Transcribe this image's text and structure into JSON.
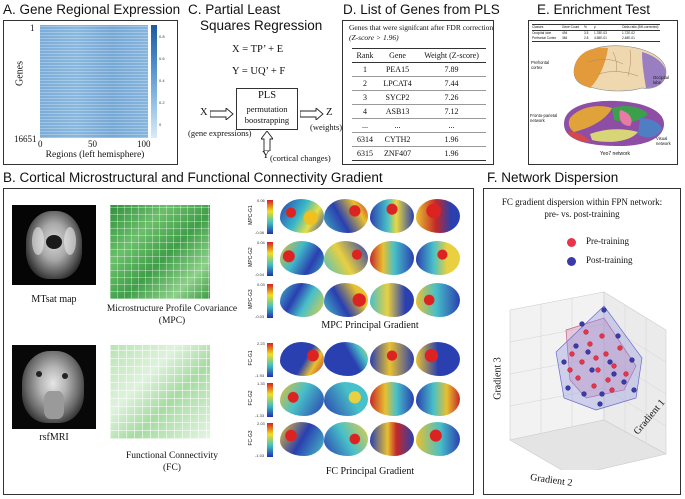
{
  "panelA": {
    "title": "A. Gene Regional Expression",
    "y_top": "1",
    "y_bottom": "16651",
    "ylabel": "Genes",
    "xticks": [
      "0",
      "50",
      "100"
    ],
    "xlabel": "Regions (left hemisphere)",
    "cbar_ticks": [
      "0.8",
      "0.6",
      "0.4",
      "0.2",
      "0"
    ],
    "colors": {
      "heat_low": "#6a9fd0",
      "heat_high": "#9ec8e6",
      "cbar_top": "#1f5a9c"
    }
  },
  "panelC": {
    "title_line1": "C. Partial Least",
    "title_line2": "Squares Regression",
    "eq1": "X = TP’ + E",
    "eq2": "Y = UQ’ + F",
    "box_line1": "PLS",
    "box_line2": "permutation",
    "box_line3": "boostrapping",
    "x_label": "X",
    "x_sub": "(gene expressions)",
    "z_label": "Z",
    "z_sub": "(weights)",
    "y_label": "Y",
    "y_sub": "(cortical changes)"
  },
  "panelD": {
    "title": "D. List of Genes from PLS",
    "caption_line1": "Genes that were signifcant after FDR correction",
    "caption_line2": "(Z-score > 1.96)",
    "headers": [
      "Rank",
      "Gene",
      "Weight (Z-score)"
    ],
    "rows": [
      [
        "1",
        "PEA15",
        "7.89"
      ],
      [
        "2",
        "LPCAT4",
        "7.44"
      ],
      [
        "3",
        "SYCP2",
        "7.26"
      ],
      [
        "4",
        "ASB13",
        "7.12"
      ],
      [
        "...",
        "...",
        "..."
      ],
      [
        "6314",
        "CYTH2",
        "1.96"
      ],
      [
        "6315",
        "ZNF407",
        "1.96"
      ]
    ]
  },
  "panelE": {
    "title": "E. Enrichment Test",
    "table_headers": [
      "Classes",
      "Gene Count",
      "%",
      "p",
      "Odds ratio (BH-corrected)"
    ],
    "table_rows": [
      [
        "Occipital lobe",
        "494",
        "3.5",
        "1.78E-03",
        "1.72E-02"
      ],
      [
        "Prefrontal Cortex",
        "384",
        "2.8",
        "4.58E-01",
        "2.48E-01"
      ]
    ],
    "label_prefrontal": "Prefrontal cortex",
    "label_occipital": "Occipital lobe",
    "label_fpn": "Fronto-parietal network",
    "label_visual": "Visual network",
    "label_yeo": "Yeo7 network"
  },
  "panelB": {
    "title": "B. Cortical Microstructural and Functional Connectivity Gradient",
    "mtsat_label": "MTsat map",
    "mpc_label_line1": "Microstructure Profile Covariance",
    "mpc_label_line2": "(MPC)",
    "mpc_gradient_label": "MPC Principal Gradient",
    "rsfmri_label": "rsfMRI",
    "fc_label_line1": "Functional Connectivity",
    "fc_label_line2": "(FC)",
    "fc_gradient_label": "FC Principal Gradient",
    "mpc_rows": [
      {
        "name": "MPC-G1",
        "top": "0.06",
        "bottom": "-0.06"
      },
      {
        "name": "MPC-G2",
        "top": "0.04",
        "bottom": "-0.04"
      },
      {
        "name": "MPC-G3",
        "top": "0.03",
        "bottom": "-0.03"
      }
    ],
    "fc_rows": [
      {
        "name": "FC-G1",
        "top": "2.23",
        "bottom": "-1.93"
      },
      {
        "name": "FC-G2",
        "top": "1.33",
        "bottom": "-1.33"
      },
      {
        "name": "FC-G3",
        "top": "2.03",
        "bottom": "-1.03"
      }
    ]
  },
  "panelF": {
    "title": "F. Network Dispersion",
    "subtitle_line1": "FC gradient dispersion within FPN network:",
    "subtitle_line2": "pre- vs. post-training",
    "legend": [
      {
        "label": "Pre-training",
        "color": "#e8344a"
      },
      {
        "label": "Post-training",
        "color": "#3a3aa8"
      }
    ],
    "axis1": "Gradient 1",
    "axis2": "Gradient 2",
    "axis3": "Gradient 3"
  }
}
